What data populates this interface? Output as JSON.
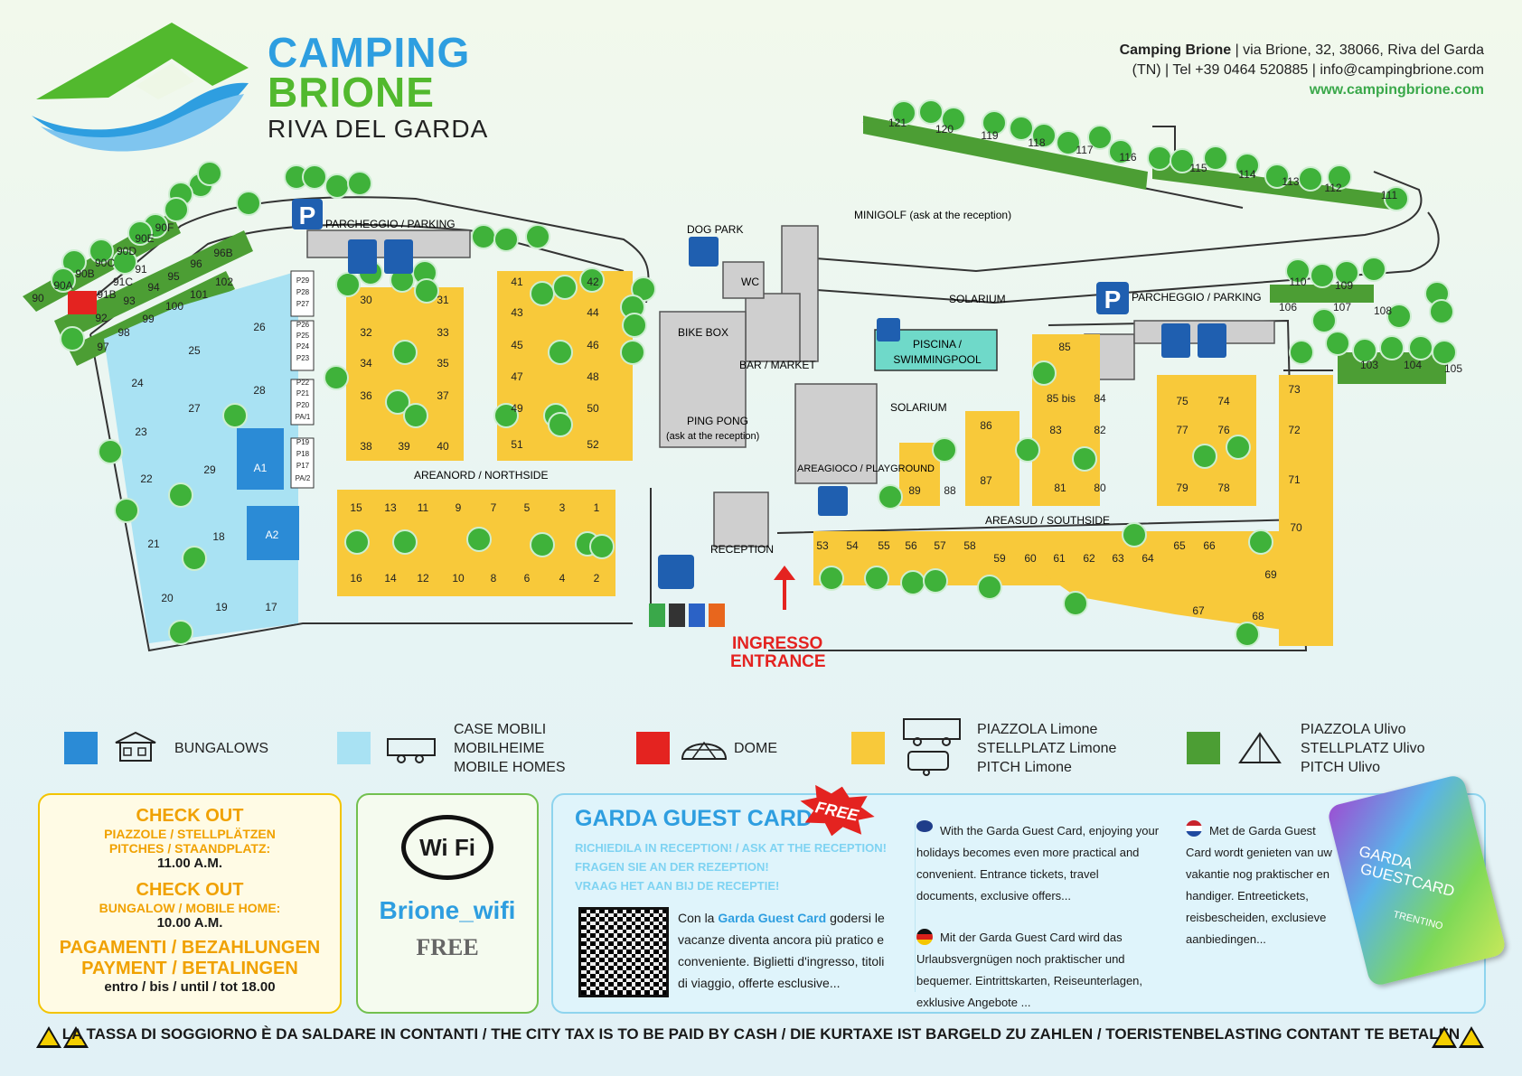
{
  "brand": {
    "name_line1": "CAMPING",
    "name_line2": "BRIONE",
    "location": "RIVA DEL GARDA"
  },
  "contact": {
    "name": "Camping Brione",
    "address": "via Brione, 32, 38066, Riva del Garda",
    "province": "(TN)",
    "tel": "Tel +39 0464 520885",
    "email": "info@campingbrione.com",
    "web": "www.campingbrione.com"
  },
  "map": {
    "parking_north": "PARCHEGGIO / PARKING",
    "parking_south": "PARCHEGGIO / PARKING",
    "wc": "WC",
    "dog_park": "DOG PARK",
    "minigolf": "MINIGOLF (ask at the reception)",
    "solarium": "SOLARIUM",
    "pool": "PISCINA / SWIMMINGPOOL",
    "bike_box": "BIKE BOX",
    "bar_market": "BAR / MARKET",
    "ping_pong": "PING PONG",
    "ping_pong_note": "(ask at the reception)",
    "playground": "AREAGIOCO / PLAYGROUND",
    "area_north": "AREANORD / NORTHSIDE",
    "area_south": "AREASUD / SOUTHSIDE",
    "reception": "RECEPTION",
    "entrance_it": "INGRESSO",
    "entrance_en": "ENTRANCE",
    "colors": {
      "bungalow": "#2b8bd6",
      "mobile": "#a9e2f3",
      "dome": "#e42320",
      "limone": "#f8c93a",
      "ulivo": "#4c9e34",
      "road": "#ffffff",
      "grey": "#c8c8c8"
    }
  },
  "legend": {
    "bungalows": "BUNGALOWS",
    "mobile": [
      "CASE MOBILI",
      "MOBILHEIME",
      "MOBILE HOMES"
    ],
    "dome": "DOME",
    "limone": [
      "PIAZZOLA Limone",
      "STELLPLATZ Limone",
      "PITCH Limone"
    ],
    "ulivo": [
      "PIAZZOLA Ulivo",
      "STELLPLATZ Ulivo",
      "PITCH Ulivo"
    ]
  },
  "checkout": {
    "title1": "CHECK OUT",
    "sub1": "PIAZZOLE / STELLPLÄTZEN",
    "sub1b": "PITCHES / STAANDPLATZ:",
    "time1": "11.00 A.M.",
    "title2": "CHECK OUT",
    "sub2": "BUNGALOW / MOBILE HOME:",
    "time2": "10.00 A.M.",
    "pay1": "PAGAMENTI / BEZAHLUNGEN",
    "pay2": "PAYMENT / BETALINGEN",
    "pay_time": "entro / bis / until / tot 18.00"
  },
  "wifi": {
    "logo": "Wi Fi",
    "network": "Brione_wifi",
    "price": "FREE"
  },
  "guest_card": {
    "title": "GARDA GUEST CARD",
    "badge": "FREE",
    "ask": [
      "RICHIEDILA IN RECEPTION! / ASK AT THE RECEPTION!",
      "FRAGEN SIE AN DER REZEPTION!",
      "VRAAG HET AAN BIJ DE RECEPTIE!"
    ],
    "it_prefix": "Con la",
    "it_link": "Garda Guest Card",
    "it_rest": "godersi le vacanze diventa ancora più pratico e conveniente. Biglietti d'ingresso, titoli di viaggio, offerte esclusive...",
    "en": "With the Garda Guest Card, enjoying your holidays becomes even more practical and convenient. Entrance tickets, travel documents, exclusive offers...",
    "de": "Mit der Garda Guest Card wird das Urlaubsvergnügen noch praktischer und bequemer. Eintrittskarten, Reiseunterlagen, exklusive Angebote ...",
    "nl": "Met de Garda Guest Card wordt genieten van uw vakantie nog praktischer en handiger. Entreetickets, reisbescheiden, exclusieve aanbiedingen...",
    "card_text1": "GARDA",
    "card_text2": "GUESTCARD",
    "card_brand": "TRENTINO"
  },
  "warning": "LA TASSA DI SOGGIORNO È DA SALDARE IN CONTANTI / THE CITY TAX IS TO BE PAID BY CASH / DIE KURTAXE IST BARGELD ZU ZAHLEN / TOERISTENBELASTING CONTANT TE BETALEN",
  "pitches": {
    "limone": [
      "1",
      "2",
      "3",
      "4",
      "5",
      "6",
      "7",
      "8",
      "9",
      "10",
      "11",
      "12",
      "13",
      "14",
      "15",
      "16",
      "30",
      "31",
      "32",
      "33",
      "34",
      "35",
      "36",
      "37",
      "38",
      "39",
      "40",
      "41",
      "42",
      "43",
      "44",
      "45",
      "46",
      "47",
      "48",
      "49",
      "50",
      "51",
      "52",
      "53",
      "54",
      "55",
      "56",
      "57",
      "58",
      "59",
      "60",
      "61",
      "62",
      "63",
      "64",
      "65",
      "66",
      "67",
      "68",
      "69",
      "70",
      "71",
      "72",
      "73",
      "74",
      "75",
      "76",
      "77",
      "78",
      "79",
      "80",
      "81",
      "82",
      "83",
      "84",
      "85",
      "85 bis",
      "86",
      "87",
      "88",
      "89"
    ],
    "ulivo": [
      "90",
      "90A",
      "90B",
      "90C",
      "90D",
      "90E",
      "90F",
      "91",
      "91B",
      "91C",
      "92",
      "93",
      "94",
      "95",
      "96",
      "96B",
      "97",
      "98",
      "99",
      "100",
      "101",
      "102",
      "103",
      "104",
      "105",
      "106",
      "107",
      "108",
      "109",
      "110",
      "111",
      "112",
      "113",
      "114",
      "115",
      "116",
      "117",
      "118",
      "119",
      "120",
      "121"
    ],
    "mobile": [
      "17",
      "18",
      "19",
      "20",
      "21",
      "22",
      "23",
      "24",
      "25",
      "26",
      "27",
      "28",
      "29"
    ],
    "bungalow": [
      "A1",
      "A2"
    ],
    "parking_spaces": [
      "P29",
      "P28",
      "P27",
      "P26",
      "P25",
      "P24",
      "P23",
      "P22",
      "P21",
      "P20",
      "PA/1",
      "P19",
      "P18",
      "P17",
      "PA/2"
    ]
  }
}
